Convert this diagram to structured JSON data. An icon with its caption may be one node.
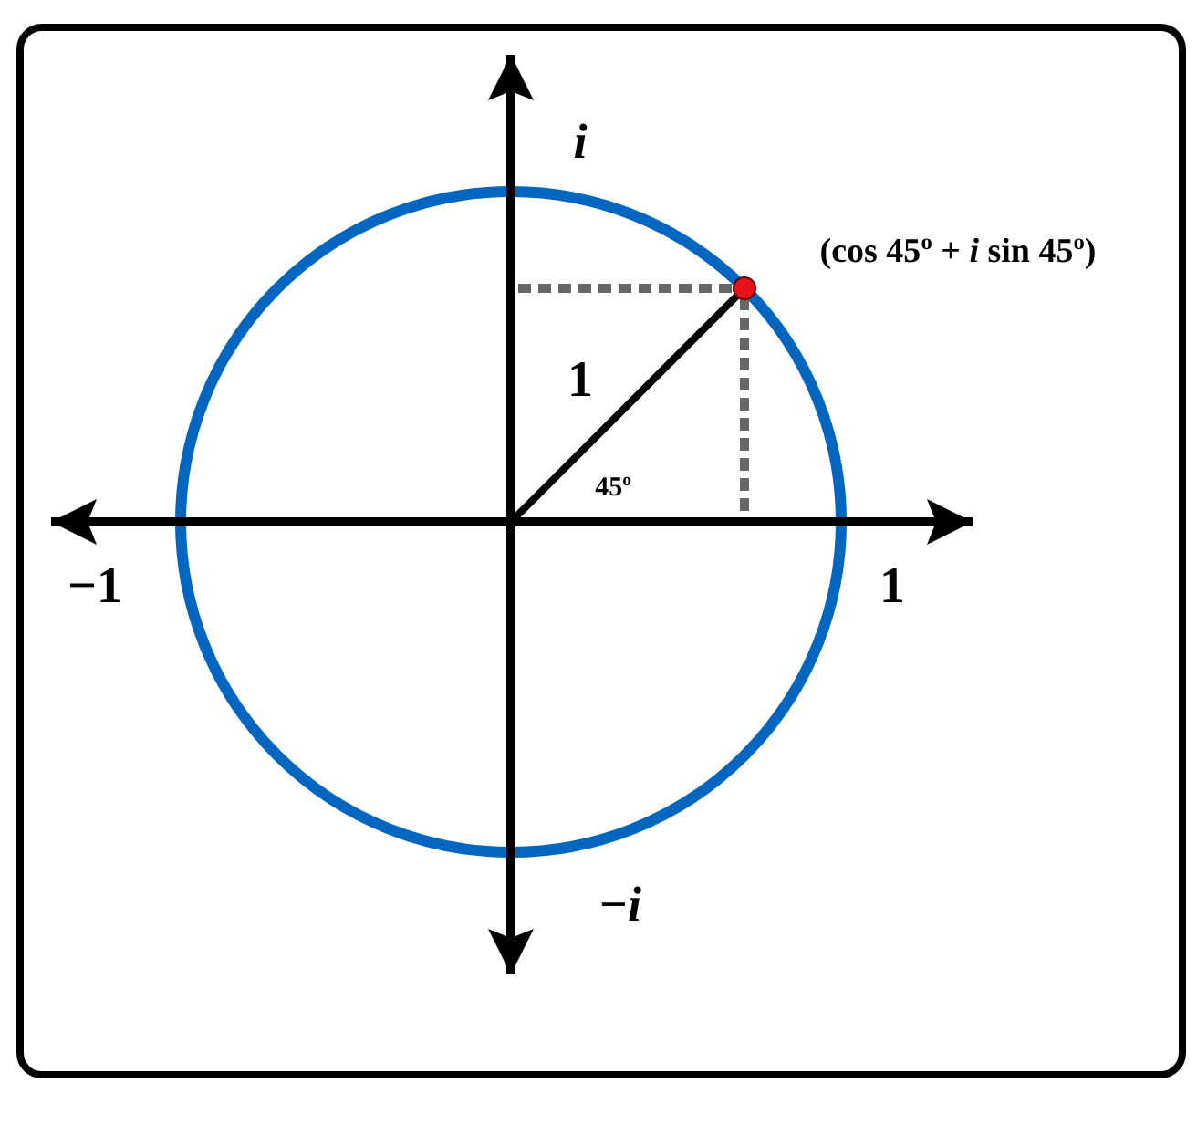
{
  "diagram": {
    "labels": [
      "*i*",
      "(cos 45$^{o}$ + *i* sin 45$^{o}$)",
      "1",
      "45$^{o}$",
      "−1",
      "1",
      "−*i*"
    ]
  }
}
